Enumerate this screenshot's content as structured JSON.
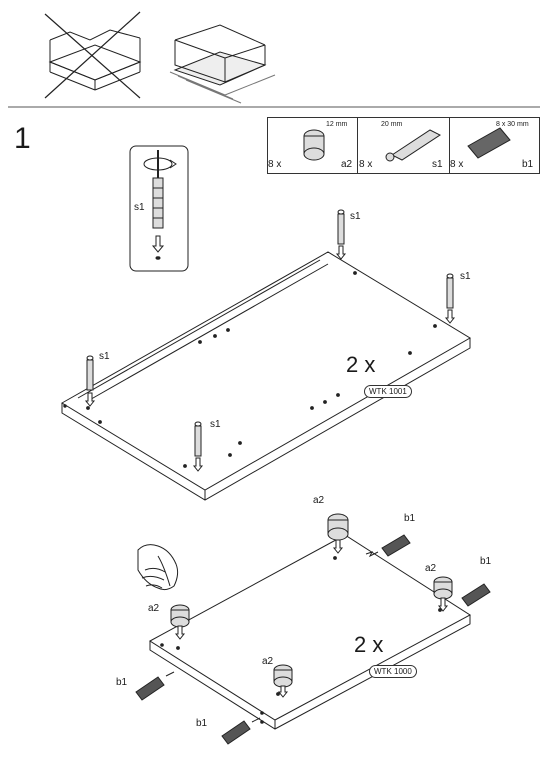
{
  "step": {
    "number": "1"
  },
  "parts": [
    {
      "size": "12 mm",
      "qty": "8 x",
      "code": "a2",
      "icon": "cam-lock-icon"
    },
    {
      "size": "20 mm",
      "qty": "8 x",
      "code": "s1",
      "icon": "dowel-screw-icon"
    },
    {
      "size": "8 x 30 mm",
      "qty": "8 x",
      "code": "b1",
      "icon": "wood-dowel-icon"
    }
  ],
  "detail": {
    "label": "s1"
  },
  "panel_top": {
    "quantity": "2 x",
    "code": "WTK 1001",
    "screw_labels": [
      "s1",
      "s1",
      "s1",
      "s1"
    ]
  },
  "panel_bottom": {
    "quantity": "2 x",
    "code": "WTK 1000",
    "cam_labels": [
      "a2",
      "a2",
      "a2",
      "a2"
    ],
    "dowel_labels": [
      "b1",
      "b1",
      "b1",
      "b1"
    ]
  }
}
